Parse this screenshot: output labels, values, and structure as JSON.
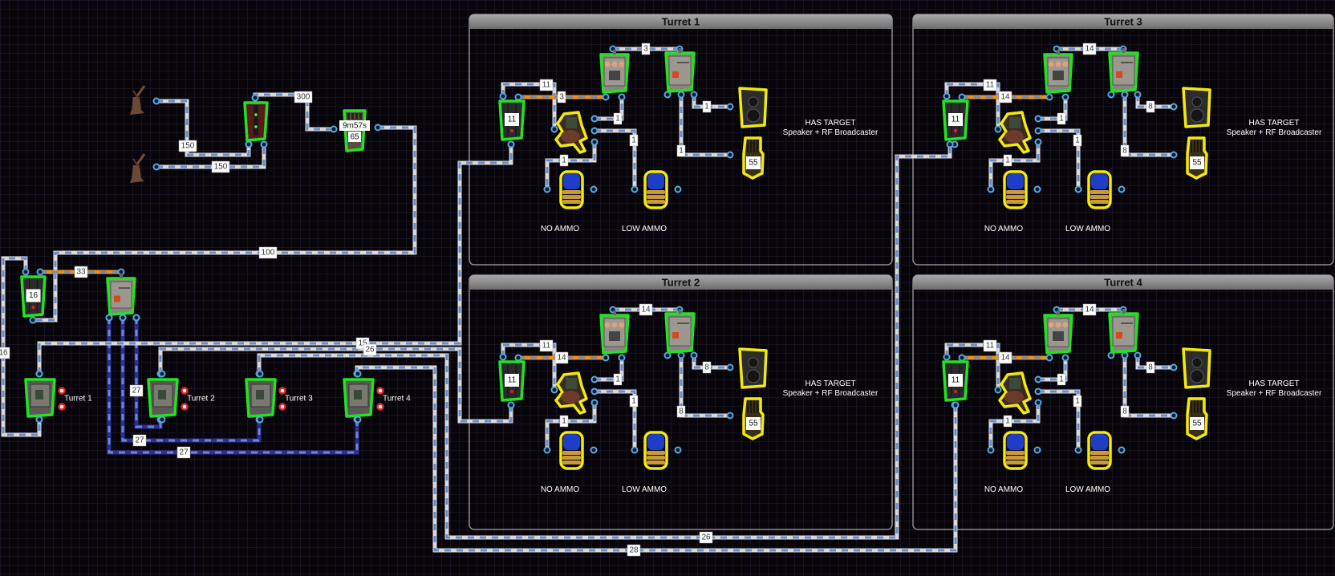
{
  "colors": {
    "background": "#07040a",
    "grid": "#261c33",
    "wire": "#d9d9d9",
    "wire_dash": "#6a8bc6",
    "wire_water": "#2c3196",
    "wire_water_dash": "#7184d6",
    "wire_orange": "#f0900f",
    "active_border": "#22e222",
    "output_border": "#f2ea0e",
    "port": "#5aa8e0"
  },
  "left_cluster": {
    "windmills": [
      "windmill-icon",
      "windmill-icon"
    ],
    "big_battery": {
      "icon": "large-battery-icon"
    },
    "timer": {
      "time": "9m57s",
      "value": "65"
    },
    "small_battery": {
      "value": "16"
    },
    "branch": {
      "icon": "electrical-branch-icon"
    },
    "wires": {
      "w150a": "150",
      "w150b": "150",
      "w300": "300",
      "w100": "100",
      "w16": "16",
      "w33": "33",
      "b27a": "27",
      "b27b": "27",
      "b27c": "27",
      "to_t1": "15",
      "to_t2": "26",
      "to_t3": "26",
      "to_t4": "28"
    },
    "terminals": [
      {
        "label": "Turret 1"
      },
      {
        "label": "Turret 2"
      },
      {
        "label": "Turret 3"
      },
      {
        "label": "Turret 4"
      }
    ]
  },
  "panels": [
    {
      "title": "Turret 1",
      "switch": "11",
      "rf": "55",
      "no_ammo": "NO AMMO",
      "low_ammo": "LOW AMMO",
      "note1": "HAS TARGET",
      "note2": "Speaker + RF Broadcaster",
      "wires": {
        "top": "3",
        "w11": "11",
        "orange": "3",
        "a": "1",
        "b": "1",
        "c": "1",
        "d": "1",
        "e": "1"
      }
    },
    {
      "title": "Turret 2",
      "switch": "11",
      "rf": "55",
      "no_ammo": "NO AMMO",
      "low_ammo": "LOW AMMO",
      "note1": "HAS TARGET",
      "note2": "Speaker + RF Broadcaster",
      "wires": {
        "top": "14",
        "w11": "11",
        "orange": "14",
        "a": "1",
        "b": "1",
        "c": "1",
        "d": "8",
        "e": "8"
      }
    },
    {
      "title": "Turret 3",
      "switch": "11",
      "rf": "55",
      "no_ammo": "NO AMMO",
      "low_ammo": "LOW AMMO",
      "note1": "HAS TARGET",
      "note2": "Speaker + RF Broadcaster",
      "wires": {
        "top": "14",
        "w11": "11",
        "orange": "14",
        "a": "1",
        "b": "1",
        "c": "1",
        "d": "8",
        "e": "8"
      }
    },
    {
      "title": "Turret 4",
      "switch": "11",
      "rf": "55",
      "no_ammo": "NO AMMO",
      "low_ammo": "LOW AMMO",
      "note1": "HAS TARGET",
      "note2": "Speaker + RF Broadcaster",
      "wires": {
        "top": "14",
        "w11": "11",
        "orange": "14",
        "a": "1",
        "b": "1",
        "c": "1",
        "d": "8",
        "e": "8"
      }
    }
  ]
}
